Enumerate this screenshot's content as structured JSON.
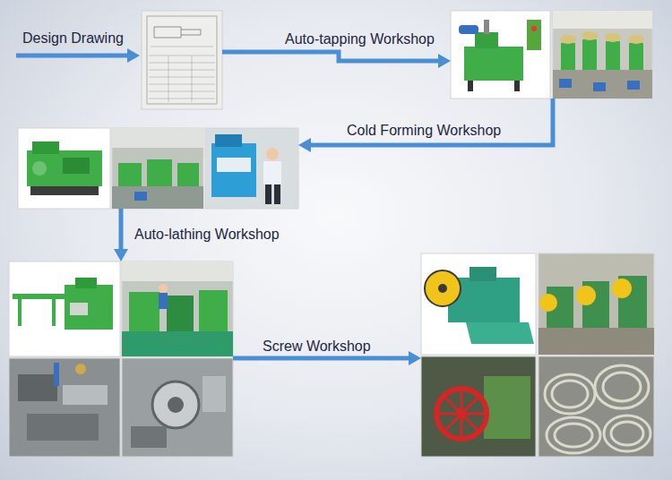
{
  "diagram": {
    "nodes": [
      {
        "text": [
          "Design Drawing"
        ]
      },
      {
        "text": [
          "Auto-tapping Workshop"
        ]
      },
      {
        "text": [
          "Cold Forming Workshop"
        ]
      },
      {
        "text": [
          "Auto-lathing Workshop"
        ]
      },
      {
        "text": [
          "Screw Workshop"
        ]
      }
    ],
    "edges": [
      {
        "from": 0,
        "to": 1,
        "arrow": "to"
      },
      {
        "from": 1,
        "to": 2,
        "arrow": "to"
      },
      {
        "from": 2,
        "to": 3,
        "arrow": "to"
      },
      {
        "from": 3,
        "to": 4,
        "arrow": "to"
      }
    ]
  }
}
